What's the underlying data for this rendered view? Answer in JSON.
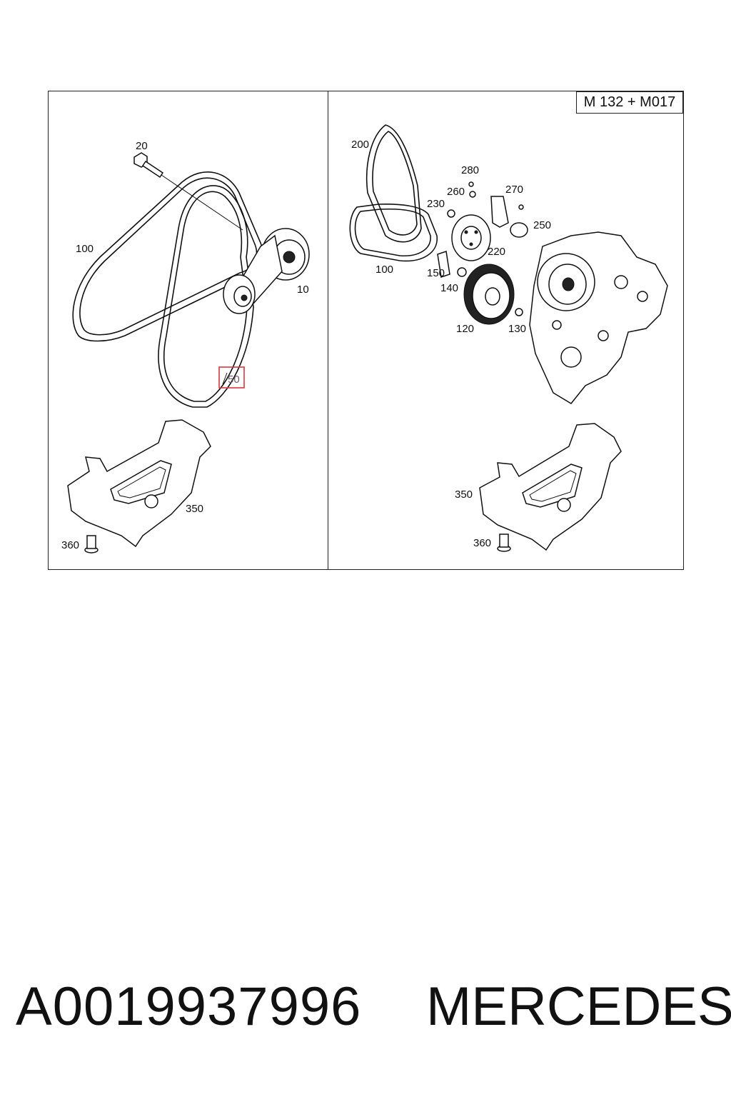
{
  "diagram": {
    "model_code": "M 132 + M017",
    "left_panel": {
      "callouts": [
        "20",
        "100",
        "10",
        "50",
        "350",
        "360"
      ],
      "highlighted_callout": "50"
    },
    "right_panel": {
      "callouts": [
        "200",
        "280",
        "260",
        "270",
        "230",
        "250",
        "220",
        "100",
        "150",
        "140",
        "120",
        "130",
        "350",
        "360"
      ]
    }
  },
  "footer": {
    "part_number": "A0019937996",
    "brand": "MERCEDES"
  },
  "colors": {
    "line": "#111111",
    "highlight_box": "#d9363e",
    "background": "#ffffff"
  }
}
